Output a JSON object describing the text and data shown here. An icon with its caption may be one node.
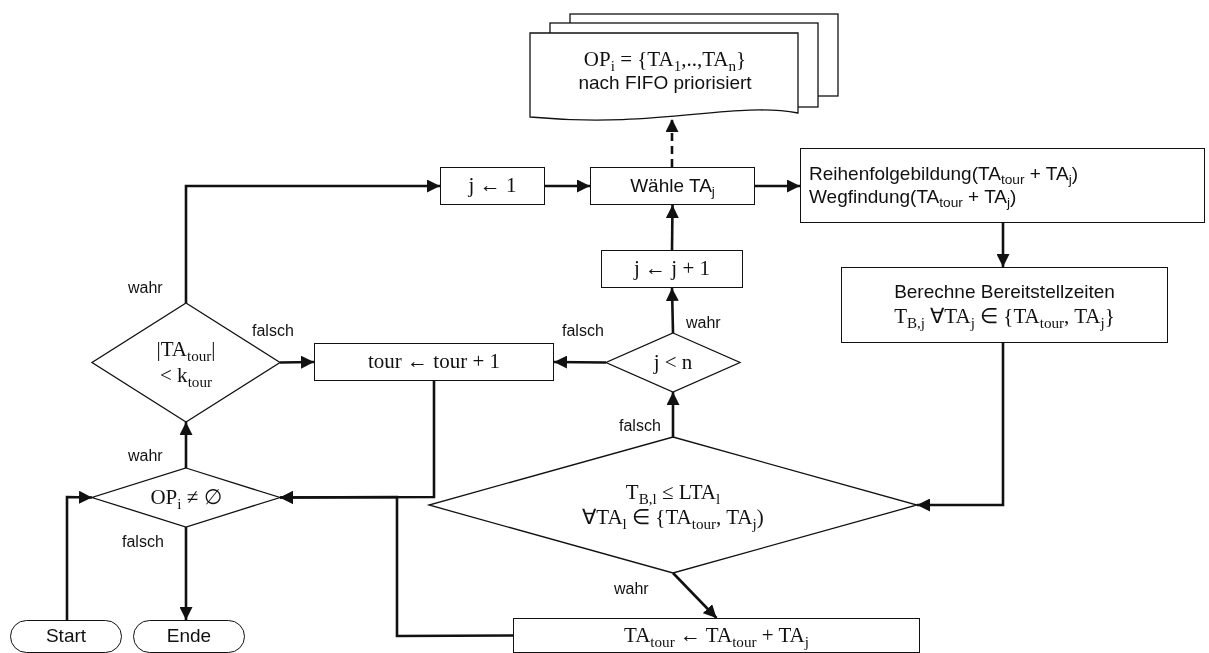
{
  "diagram": {
    "nodes": [
      {
        "text": [
          "OP$_{i}$ = {TA$_{1}$,..,TA$_{n}$}",
          "nach FIFO priorisiert"
        ]
      },
      {
        "text": [
          "j ← 1"
        ]
      },
      {
        "text": [
          "Wähle TA$_{j}$"
        ]
      },
      {
        "text": [
          "Reihenfolgebildung(TA$_{tour}$ + TA$_{j}$)",
          "Wegfindung(TA$_{tour}$ + TA$_{j}$)"
        ]
      },
      {
        "text": [
          "Berechne Bereitstellzeiten",
          "T$_{B,j}$ ∀TA$_{j}$ ∈ {TA$_{tour}$, TA$_{j}$}"
        ]
      },
      {
        "text": [
          "j ← j + 1"
        ]
      },
      {
        "text": [
          "j < n"
        ]
      },
      {
        "text": [
          "tour ← tour + 1"
        ]
      },
      {
        "text": [
          "|TA$_{tour}$|",
          "< k$_{tour}$"
        ]
      },
      {
        "text": [
          "OP$_{i}$ ≠ ∅"
        ]
      },
      {
        "text": [
          "T$_{B,l}$ ≤ LTA$_{l}$",
          "∀TA$_{l}$ ∈ {TA$_{tour}$, TA$_{j}$)"
        ]
      },
      {
        "text": [
          "TA$_{tour}$ ← TA$_{tour}$ + TA$_{j}$"
        ]
      },
      {
        "text": [
          "Start"
        ]
      },
      {
        "text": [
          "Ende"
        ]
      }
    ],
    "edges": [
      {
        "from": 2,
        "to": 0,
        "arrow": "to",
        "style": "dashed"
      },
      {
        "from": 1,
        "to": 2,
        "arrow": "to"
      },
      {
        "from": 2,
        "to": 3,
        "arrow": "to"
      },
      {
        "from": 3,
        "to": 4,
        "arrow": "to"
      },
      {
        "from": 4,
        "to": 10,
        "arrow": "to"
      },
      {
        "from": 10,
        "to": 6,
        "arrow": "to",
        "label": "falsch"
      },
      {
        "from": 6,
        "to": 5,
        "arrow": "to",
        "label": "wahr"
      },
      {
        "from": 5,
        "to": 2,
        "arrow": "to"
      },
      {
        "from": 6,
        "to": 7,
        "arrow": "to",
        "label": "falsch"
      },
      {
        "from": 8,
        "to": 7,
        "arrow": "to",
        "label": "falsch"
      },
      {
        "from": 8,
        "to": 1,
        "arrow": "to",
        "label": "wahr"
      },
      {
        "from": 9,
        "to": 8,
        "arrow": "to",
        "label": "wahr"
      },
      {
        "from": 9,
        "to": 13,
        "arrow": "to",
        "label": "falsch"
      },
      {
        "from": 12,
        "to": 9,
        "arrow": "to"
      },
      {
        "from": 7,
        "to": 9,
        "arrow": "to"
      },
      {
        "from": 11,
        "to": 9,
        "arrow": "to"
      },
      {
        "from": 10,
        "to": 11,
        "arrow": "to",
        "label": "wahr"
      }
    ]
  }
}
